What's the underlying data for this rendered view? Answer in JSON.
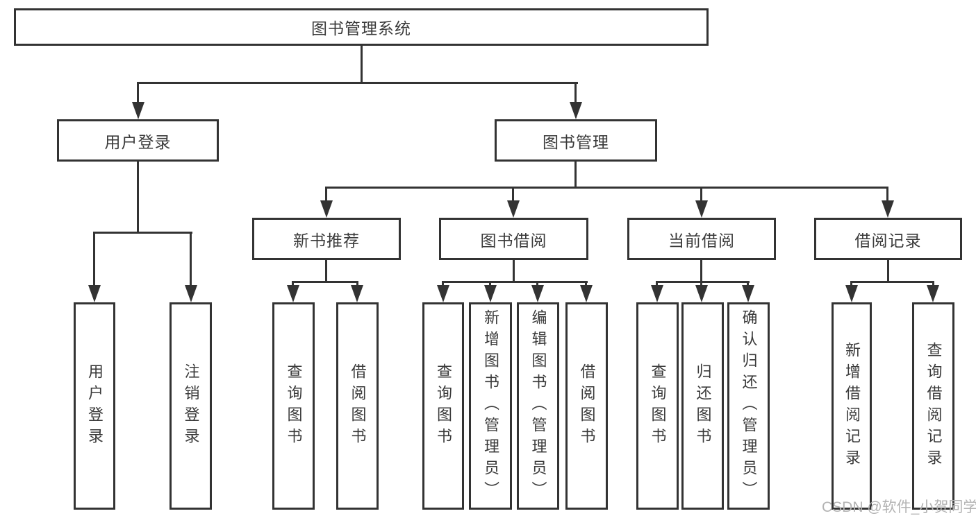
{
  "diagram": {
    "root": {
      "label": "图书管理系统"
    },
    "level2": [
      {
        "label": "用户登录"
      },
      {
        "label": "图书管理"
      }
    ],
    "level3": [
      {
        "label": "新书推荐"
      },
      {
        "label": "图书借阅"
      },
      {
        "label": "当前借阅"
      },
      {
        "label": "借阅记录"
      }
    ],
    "leaves": [
      {
        "label": "用户登录"
      },
      {
        "label": "注销登录"
      },
      {
        "label": "查询图书"
      },
      {
        "label": "借阅图书"
      },
      {
        "label": "查询图书"
      },
      {
        "label": "新增图书（管理员）"
      },
      {
        "label": "编辑图书（管理员）"
      },
      {
        "label": "借阅图书"
      },
      {
        "label": "查询图书"
      },
      {
        "label": "归还图书"
      },
      {
        "label": "确认归还（管理员）"
      },
      {
        "label": "新增借阅记录"
      },
      {
        "label": "查询借阅记录"
      }
    ],
    "watermark": "CSDN @软件_小贺同学",
    "colors": {
      "line": "#333333",
      "text": "#3a3a3a",
      "watermark": "#b3b3b3",
      "background": "#ffffff"
    }
  }
}
